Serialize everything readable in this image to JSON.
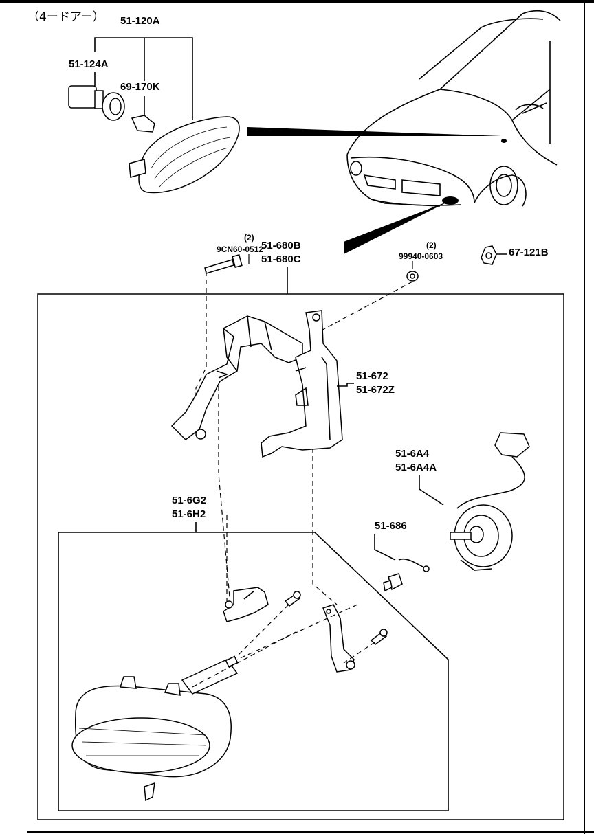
{
  "header": {
    "title": "（4ードアー）"
  },
  "labels": {
    "side_lamp_assy": "51-120A",
    "socket": "51-124A",
    "bulb_side": "69-170K",
    "screw_qty": "(2)",
    "screw": "9CN60-0512",
    "bracket_a": "51-680B",
    "bracket_b": "51-680C",
    "nut_qty": "(2)",
    "nut": "99940-0603",
    "clip": "67-121B",
    "bracket2_a": "51-672",
    "bracket2_b": "51-672Z",
    "harness_a": "51-6A4",
    "harness_b": "51-6A4A",
    "bulb_fog": "51-686",
    "fog_lamp_a": "51-6G2",
    "fog_lamp_b": "51-6H2"
  }
}
